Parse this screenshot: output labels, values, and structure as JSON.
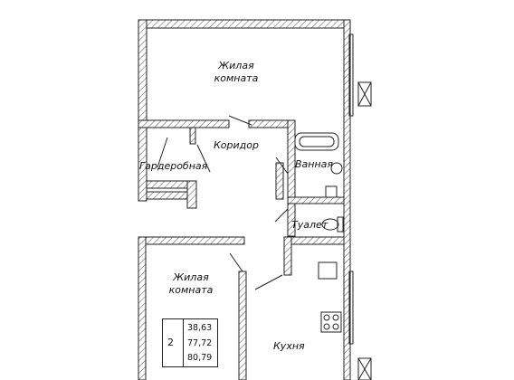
{
  "rooms": {
    "living_top": [
      "Жилая",
      "комната"
    ],
    "corridor": "Коридор",
    "wardrobe": "Гардеробная",
    "bathroom": "Ванная",
    "toilet": "Туалет",
    "living_bottom": [
      "Жилая",
      "комната"
    ],
    "kitchen": "Кухня"
  },
  "summary": {
    "room_count": "2",
    "living_area": "38,63",
    "area": "77,72",
    "total_area": "80,79"
  }
}
